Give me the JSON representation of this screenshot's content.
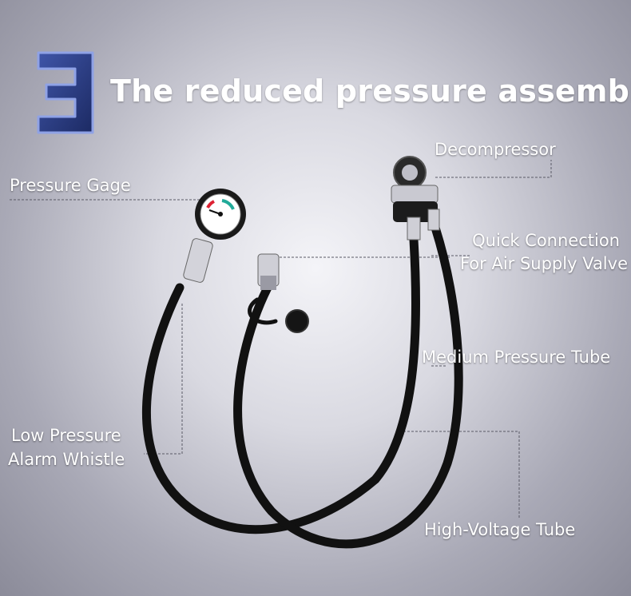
{
  "header": {
    "number": "3",
    "title": "The reduced pressure assembly"
  },
  "labels": {
    "pressure_gage": "Pressure Gage",
    "decompressor": "Decompressor",
    "quick_connection_line1": "Quick Connection",
    "quick_connection_line2": "For Air Supply Valve",
    "medium_pressure_tube": "Medium Pressure Tube",
    "low_pressure_line1": "Low Pressure",
    "low_pressure_line2": "Alarm Whistle",
    "high_voltage_tube": "High-Voltage Tube"
  },
  "colors": {
    "number_fill": "#2d3f86",
    "number_edge": "#7d8fd4",
    "hose": "#121212"
  }
}
